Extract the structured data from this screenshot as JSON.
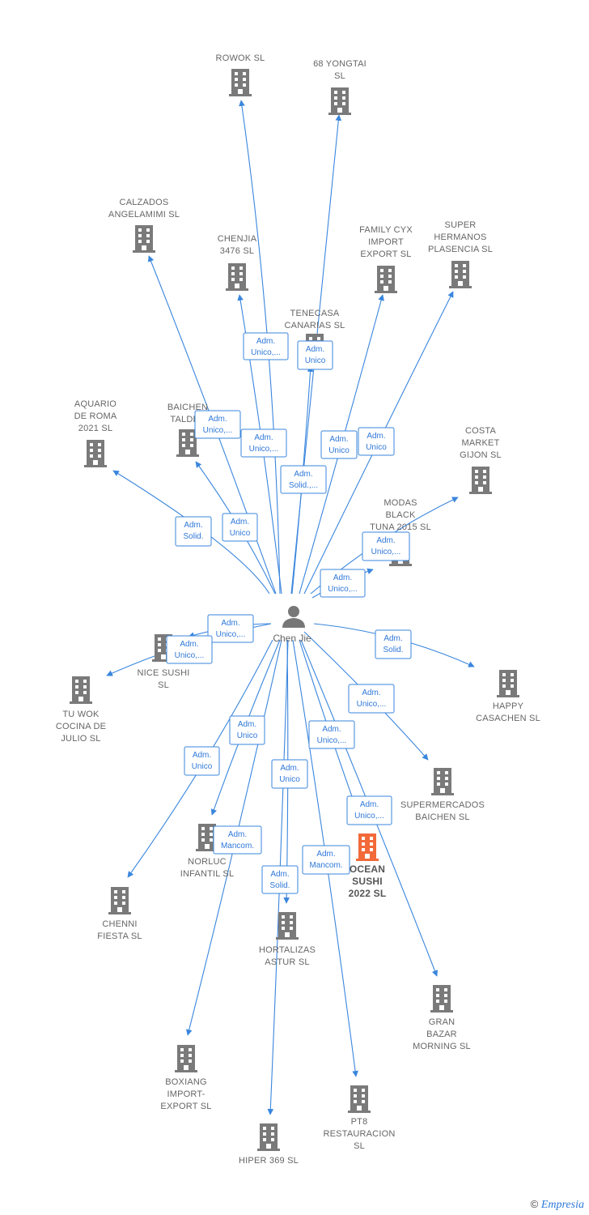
{
  "colors": {
    "edge": "#3a86dd",
    "node": "#7a7a7a",
    "highlight": "#f26a3a",
    "label": "#666666"
  },
  "center": {
    "name": "Chen Jie",
    "icon": "person-icon"
  },
  "nodes": [
    {
      "id": "rowok",
      "lines": [
        "ROWOK  SL"
      ]
    },
    {
      "id": "yongtai",
      "lines": [
        "68 YONGTAI",
        "SL"
      ]
    },
    {
      "id": "calzados",
      "lines": [
        "CALZADOS",
        "ANGELAMIMI SL"
      ]
    },
    {
      "id": "chenjia",
      "lines": [
        "CHENJIA",
        "3476  SL"
      ]
    },
    {
      "id": "familycyx",
      "lines": [
        "FAMILY CYX",
        "IMPORT",
        "EXPORT  SL"
      ]
    },
    {
      "id": "superhermanos",
      "lines": [
        "SUPER",
        "HERMANOS",
        "PLASENCIA SL"
      ]
    },
    {
      "id": "tenecasa",
      "lines": [
        "TENECASA",
        "CANARIAS SL"
      ]
    },
    {
      "id": "aquario",
      "lines": [
        "AQUARIO",
        "DE ROMA",
        "2021  SL"
      ]
    },
    {
      "id": "baichentaldea",
      "lines": [
        "BAICHEN",
        "TALDEA"
      ]
    },
    {
      "id": "costamarket",
      "lines": [
        "COSTA",
        "MARKET",
        "GIJON  SL"
      ]
    },
    {
      "id": "modasblack",
      "lines": [
        "MODAS",
        "BLACK",
        "TUNA 2015  SL"
      ]
    },
    {
      "id": "nicesushi",
      "lines": [
        "NICE SUSHI",
        "SL"
      ]
    },
    {
      "id": "tuwok",
      "lines": [
        "TU WOK",
        "COCINA DE",
        "JULIO  SL"
      ]
    },
    {
      "id": "happy",
      "lines": [
        "HAPPY",
        "CASACHEN  SL"
      ]
    },
    {
      "id": "supermercados",
      "lines": [
        "SUPERMERCADOS",
        "BAICHEN  SL"
      ]
    },
    {
      "id": "norluc",
      "lines": [
        "NORLUC",
        "INFANTIL SL"
      ]
    },
    {
      "id": "oceansushi",
      "lines": [
        "OCEAN",
        "SUSHI",
        "2022  SL"
      ],
      "highlight": true
    },
    {
      "id": "chenni",
      "lines": [
        "CHENNI",
        "FIESTA SL"
      ]
    },
    {
      "id": "hortalizas",
      "lines": [
        "HORTALIZAS",
        "ASTUR  SL"
      ]
    },
    {
      "id": "granbazar",
      "lines": [
        "GRAN",
        "BAZAR",
        "MORNING  SL"
      ]
    },
    {
      "id": "boxiang",
      "lines": [
        "BOXIANG",
        "IMPORT-",
        "EXPORT SL"
      ]
    },
    {
      "id": "pt8",
      "lines": [
        "PT8",
        "RESTAURACION",
        "SL"
      ]
    },
    {
      "id": "hiper369",
      "lines": [
        "HIPER 369  SL"
      ]
    }
  ],
  "roles": [
    {
      "target": "rowok",
      "lines": [
        "Adm.",
        "Unico,..."
      ]
    },
    {
      "target": "yongtai",
      "lines": [
        "Adm.",
        "Unico"
      ]
    },
    {
      "target": "calzados",
      "lines": [
        "Adm.",
        "Unico,..."
      ]
    },
    {
      "target": "chenjia",
      "lines": [
        "Adm.",
        "Unico,..."
      ]
    },
    {
      "target": "familycyx",
      "lines": [
        "Adm.",
        "Unico"
      ]
    },
    {
      "target": "superhermanos",
      "lines": [
        "Adm.",
        "Unico"
      ]
    },
    {
      "target": "tenecasa",
      "lines": [
        "Adm.",
        "Solid.,..."
      ]
    },
    {
      "target": "aquario",
      "lines": [
        "Adm.",
        "Solid."
      ]
    },
    {
      "target": "baichentaldea",
      "lines": [
        "Adm.",
        "Unico"
      ]
    },
    {
      "target": "costamarket",
      "lines": [
        "Adm.",
        "Unico,..."
      ]
    },
    {
      "target": "modasblack",
      "lines": [
        "Adm.",
        "Unico,..."
      ]
    },
    {
      "target": "nicesushi",
      "lines": [
        "Adm.",
        "Unico,..."
      ]
    },
    {
      "target": "tuwok",
      "lines": [
        "Adm.",
        "Unico,..."
      ]
    },
    {
      "target": "happy",
      "lines": [
        "Adm.",
        "Solid."
      ]
    },
    {
      "target": "supermercados",
      "lines": [
        "Adm.",
        "Unico,..."
      ]
    },
    {
      "target": "norluc",
      "lines": [
        "Adm.",
        "Unico"
      ]
    },
    {
      "target": "oceansushi",
      "lines": [
        "Adm.",
        "Unico,..."
      ]
    },
    {
      "target": "chenni",
      "lines": [
        "Adm.",
        "Unico"
      ]
    },
    {
      "target": "hortalizas",
      "lines": [
        "Adm.",
        "Unico"
      ]
    },
    {
      "target": "granbazar",
      "lines": [
        "Adm.",
        "Unico,..."
      ]
    },
    {
      "target": "boxiang",
      "lines": [
        "Adm.",
        "Mancom."
      ]
    },
    {
      "target": "pt8",
      "lines": [
        "Adm.",
        "Mancom."
      ]
    },
    {
      "target": "hiper369",
      "lines": [
        "Adm.",
        "Solid."
      ]
    }
  ],
  "footer": {
    "copyright_symbol": "©",
    "brand": "Empresia"
  }
}
